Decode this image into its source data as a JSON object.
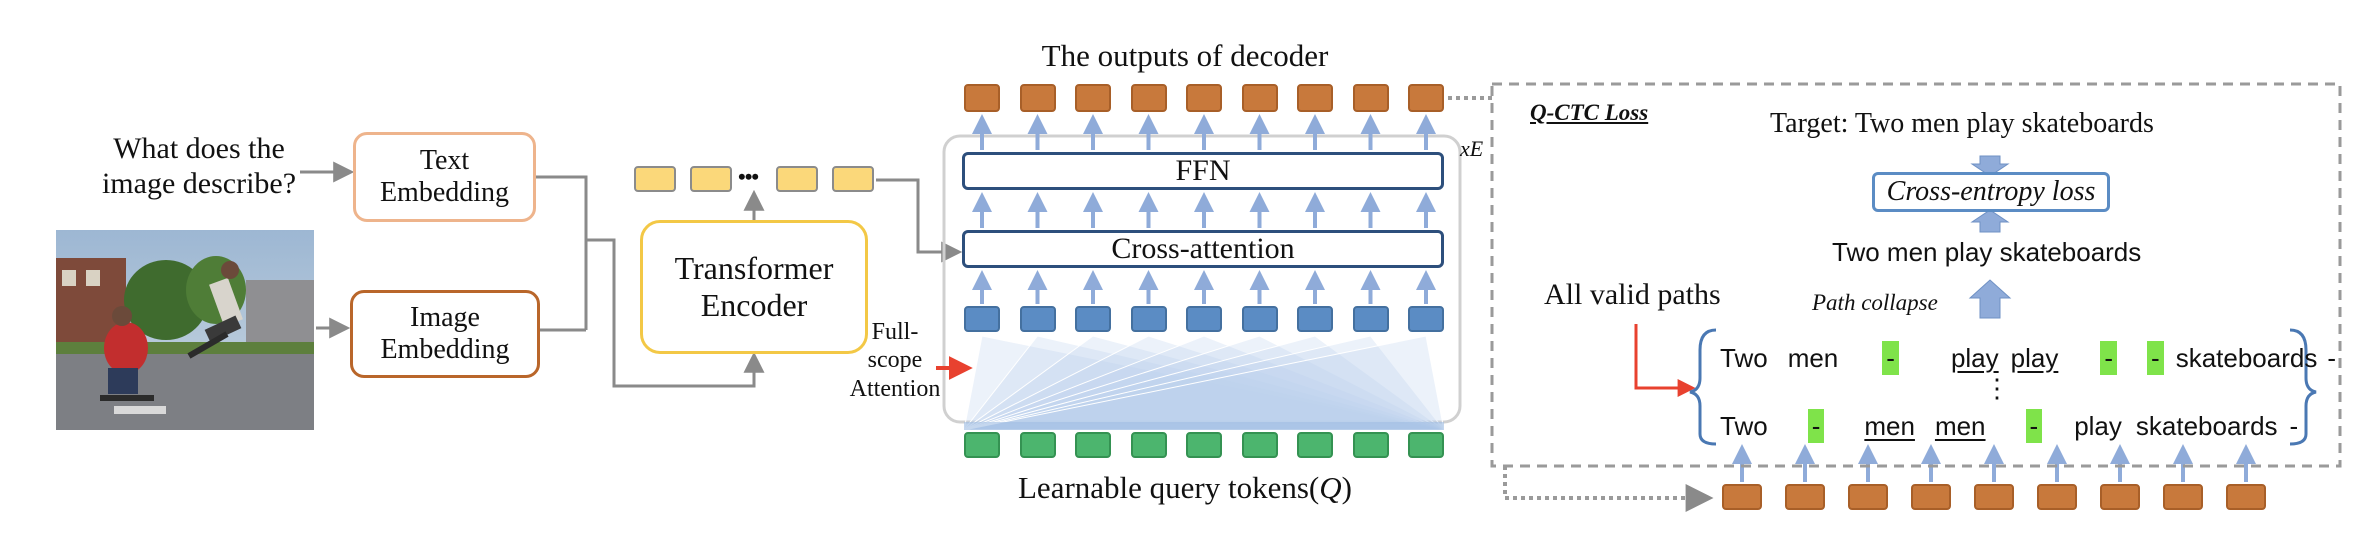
{
  "question": {
    "line1": "What does the",
    "line2": "image describe?"
  },
  "text_embedding": {
    "line1": "Text",
    "line2": "Embedding"
  },
  "image_embedding": {
    "line1": "Image",
    "line2": "Embedding"
  },
  "encoder": {
    "line1": "Transformer",
    "line2": "Encoder",
    "ellipsis": "•••"
  },
  "decoder": {
    "outputs_title": "The outputs of decoder",
    "ffn": "FFN",
    "cross_attention": "Cross-attention",
    "repeat": "xE",
    "full_scope": {
      "line1": "Full-",
      "line2": "scope",
      "line3": "Attention"
    },
    "query_label": "Learnable query tokens(",
    "query_symbol": "Q",
    "query_close": ")"
  },
  "qctc": {
    "title": "Q-CTC Loss",
    "target": "Target: Two men play skateboards",
    "loss": "Cross-entropy loss",
    "collapsed": "Two men play skateboards",
    "path_collapse": "Path collapse",
    "valid_paths": "All valid paths",
    "vdots": "⋮",
    "path1": [
      {
        "t": "Two",
        "style": "plain"
      },
      {
        "t": "men",
        "style": "plain"
      },
      {
        "t": "-",
        "style": "blank"
      },
      {
        "t": "play",
        "style": "underline"
      },
      {
        "t": "play",
        "style": "underline"
      },
      {
        "t": "-",
        "style": "blank"
      },
      {
        "t": "-",
        "style": "blank"
      },
      {
        "t": "skateboards",
        "style": "plain"
      },
      {
        "t": "-",
        "style": "plain"
      }
    ],
    "path2": [
      {
        "t": "Two",
        "style": "plain"
      },
      {
        "t": "-",
        "style": "blank"
      },
      {
        "t": "men",
        "style": "underline"
      },
      {
        "t": "men",
        "style": "underline"
      },
      {
        "t": "-",
        "style": "blank"
      },
      {
        "t": "play",
        "style": "plain"
      },
      {
        "t": "skateboards",
        "style": "plain"
      },
      {
        "t": "-",
        "style": "plain"
      }
    ]
  },
  "colors": {
    "output_token": "#c8793c",
    "decoder_token": "#5b8cc4",
    "query_token": "#4cb56e",
    "encoder_token": "#fbd87a",
    "text_embedding_border": "#eeb48c",
    "image_embedding_border": "#b9662a",
    "encoder_border": "#f3c846",
    "decoder_box_border": "#2d4f7c",
    "loss_box_border": "#5b8cc4",
    "arrow_blue": "#8fabd9",
    "arrow_red": "#e8412f",
    "dashed_border": "#9a9a9a",
    "blank_highlight": "#7fe34a"
  },
  "icons": [
    "arrow-right-icon",
    "arrow-up-icon",
    "arrow-down-icon",
    "right-brace-icon",
    "left-brace-icon"
  ]
}
